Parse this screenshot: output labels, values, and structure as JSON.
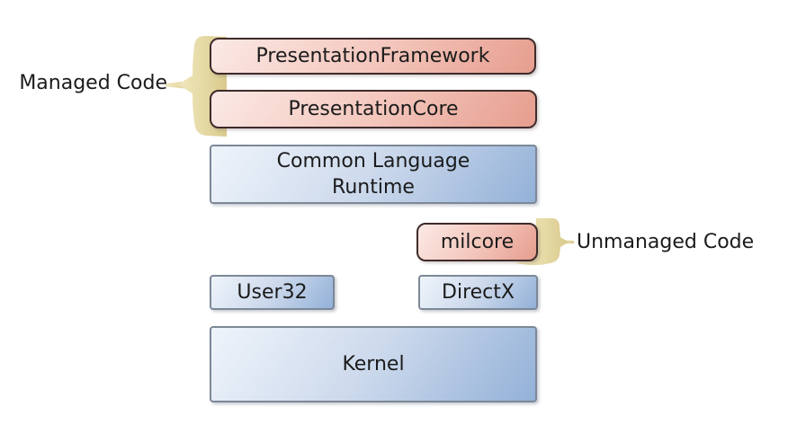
{
  "labels": {
    "managed_code": "Managed Code",
    "unmanaged_code": "Unmanaged Code"
  },
  "layers": {
    "presentation_framework": "PresentationFramework",
    "presentation_core": "PresentationCore",
    "common_language_runtime": "Common Language\nRuntime",
    "milcore": "milcore",
    "user32": "User32",
    "directx": "DirectX",
    "kernel": "Kernel"
  },
  "legend": {
    "managed_box_style": "pink rounded boxes",
    "unmanaged_box_style": "pink rounded box (milcore)",
    "system_box_style": "blue rectangles"
  },
  "colors": {
    "managed_fill_light": "#fbe9e5",
    "managed_fill_dark": "#e69d8e",
    "managed_border": "#3f2b2b",
    "system_fill_light": "#eff4fb",
    "system_fill_dark": "#93b1d8",
    "system_border": "#7d8897",
    "brace_light": "#efe6bd",
    "brace_dark": "#d9c98c",
    "text": "#1b1b1b",
    "background": "#ffffff"
  }
}
